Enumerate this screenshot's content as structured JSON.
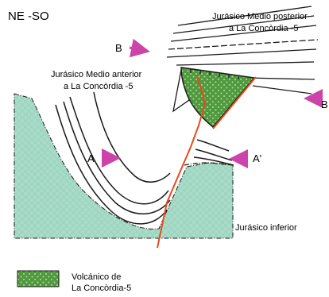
{
  "orientation_label": "NE -SO",
  "labels": {
    "upper_unit": [
      "Jurásico Medio posterior",
      "a  La Concòrdia -5"
    ],
    "lower_unit": [
      "Jurásico Medio anterior",
      "a  La Concòrdia -5"
    ],
    "base_unit": "Jurásico inferior"
  },
  "markers": {
    "b_left": "B",
    "b_right": "B",
    "a_left": "A",
    "a_right": "A'"
  },
  "legend": {
    "label_lines": [
      "Volcánico de",
      "La Concòrdia-5"
    ]
  },
  "colors": {
    "lower_jurassic_fill": "#a8dbc8",
    "volcanic_fill": "#4f9a3e",
    "volcanic_dots": "#b7d9a2",
    "fault": "#e84a1f",
    "arrow": "#cc44aa"
  }
}
